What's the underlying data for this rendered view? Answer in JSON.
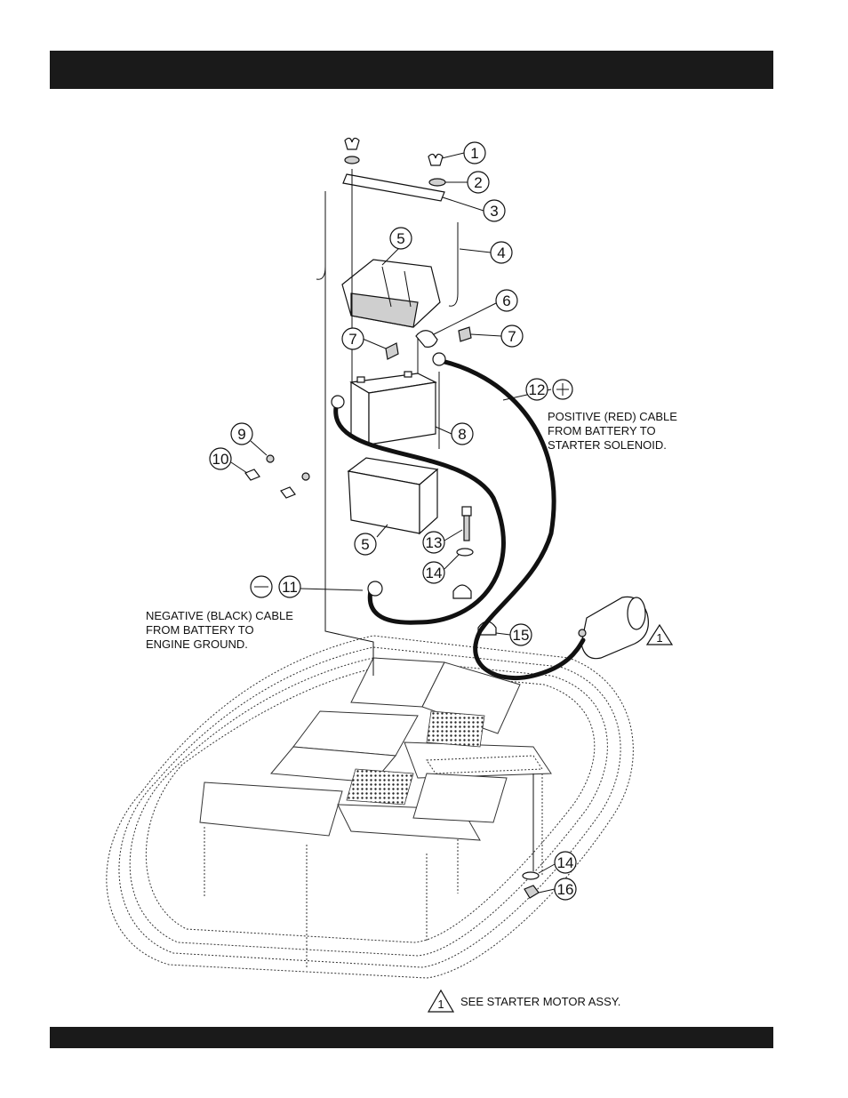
{
  "callouts": {
    "c1": "1",
    "c2": "2",
    "c3": "3",
    "c4": "4",
    "c5a": "5",
    "c5b": "5",
    "c6": "6",
    "c7a": "7",
    "c7b": "7",
    "c8": "8",
    "c9": "9",
    "c10": "10",
    "c11": "11",
    "c12": "12",
    "c13": "13",
    "c14a": "14",
    "c14b": "14",
    "c15": "15",
    "c16": "16"
  },
  "notes": {
    "positive_line1": "POSITIVE (RED) CABLE",
    "positive_line2": "FROM BATTERY TO",
    "positive_line3": "STARTER SOLENOID.",
    "negative_line1": "NEGATIVE (BLACK) CABLE",
    "negative_line2": "FROM BATTERY TO",
    "negative_line3": "ENGINE GROUND.",
    "triangle_ref": "1",
    "legend_triangle": "1",
    "legend_text": "SEE STARTER MOTOR ASSY."
  }
}
